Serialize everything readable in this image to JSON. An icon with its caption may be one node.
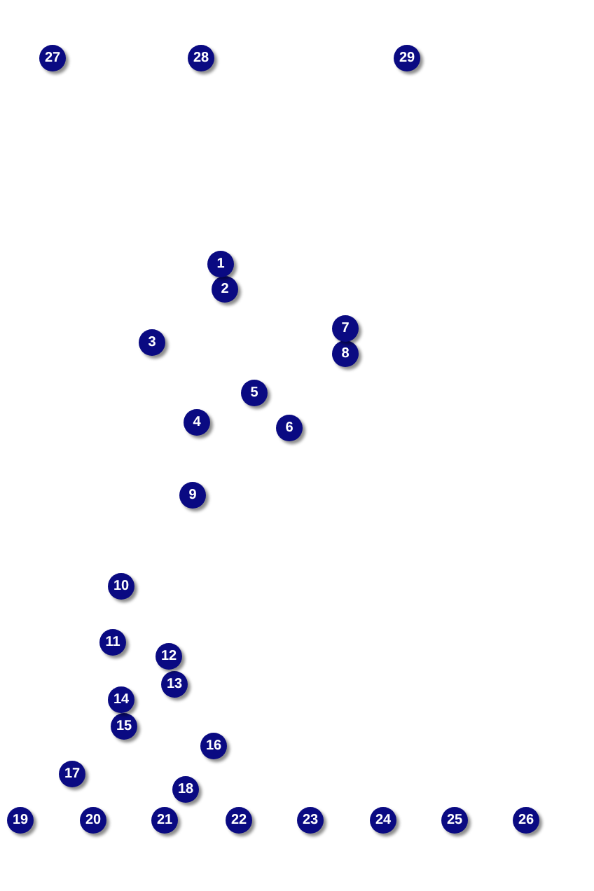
{
  "diagram": {
    "nodes": [
      {
        "text": [
          "27"
        ]
      },
      {
        "text": [
          "28"
        ]
      },
      {
        "text": [
          "29"
        ]
      },
      {
        "text": [
          "1"
        ]
      },
      {
        "text": [
          "2"
        ]
      },
      {
        "text": [
          "3"
        ]
      },
      {
        "text": [
          "7"
        ]
      },
      {
        "text": [
          "8"
        ]
      },
      {
        "text": [
          "5"
        ]
      },
      {
        "text": [
          "4"
        ]
      },
      {
        "text": [
          "6"
        ]
      },
      {
        "text": [
          "9"
        ]
      },
      {
        "text": [
          "10"
        ]
      },
      {
        "text": [
          "11"
        ]
      },
      {
        "text": [
          "12"
        ]
      },
      {
        "text": [
          "13"
        ]
      },
      {
        "text": [
          "14"
        ]
      },
      {
        "text": [
          "15"
        ]
      },
      {
        "text": [
          "16"
        ]
      },
      {
        "text": [
          "17"
        ]
      },
      {
        "text": [
          "18"
        ]
      },
      {
        "text": [
          "19"
        ]
      },
      {
        "text": [
          "20"
        ]
      },
      {
        "text": [
          "21"
        ]
      },
      {
        "text": [
          "22"
        ]
      },
      {
        "text": [
          "23"
        ]
      },
      {
        "text": [
          "24"
        ]
      },
      {
        "text": [
          "25"
        ]
      },
      {
        "text": [
          "26"
        ]
      }
    ]
  }
}
